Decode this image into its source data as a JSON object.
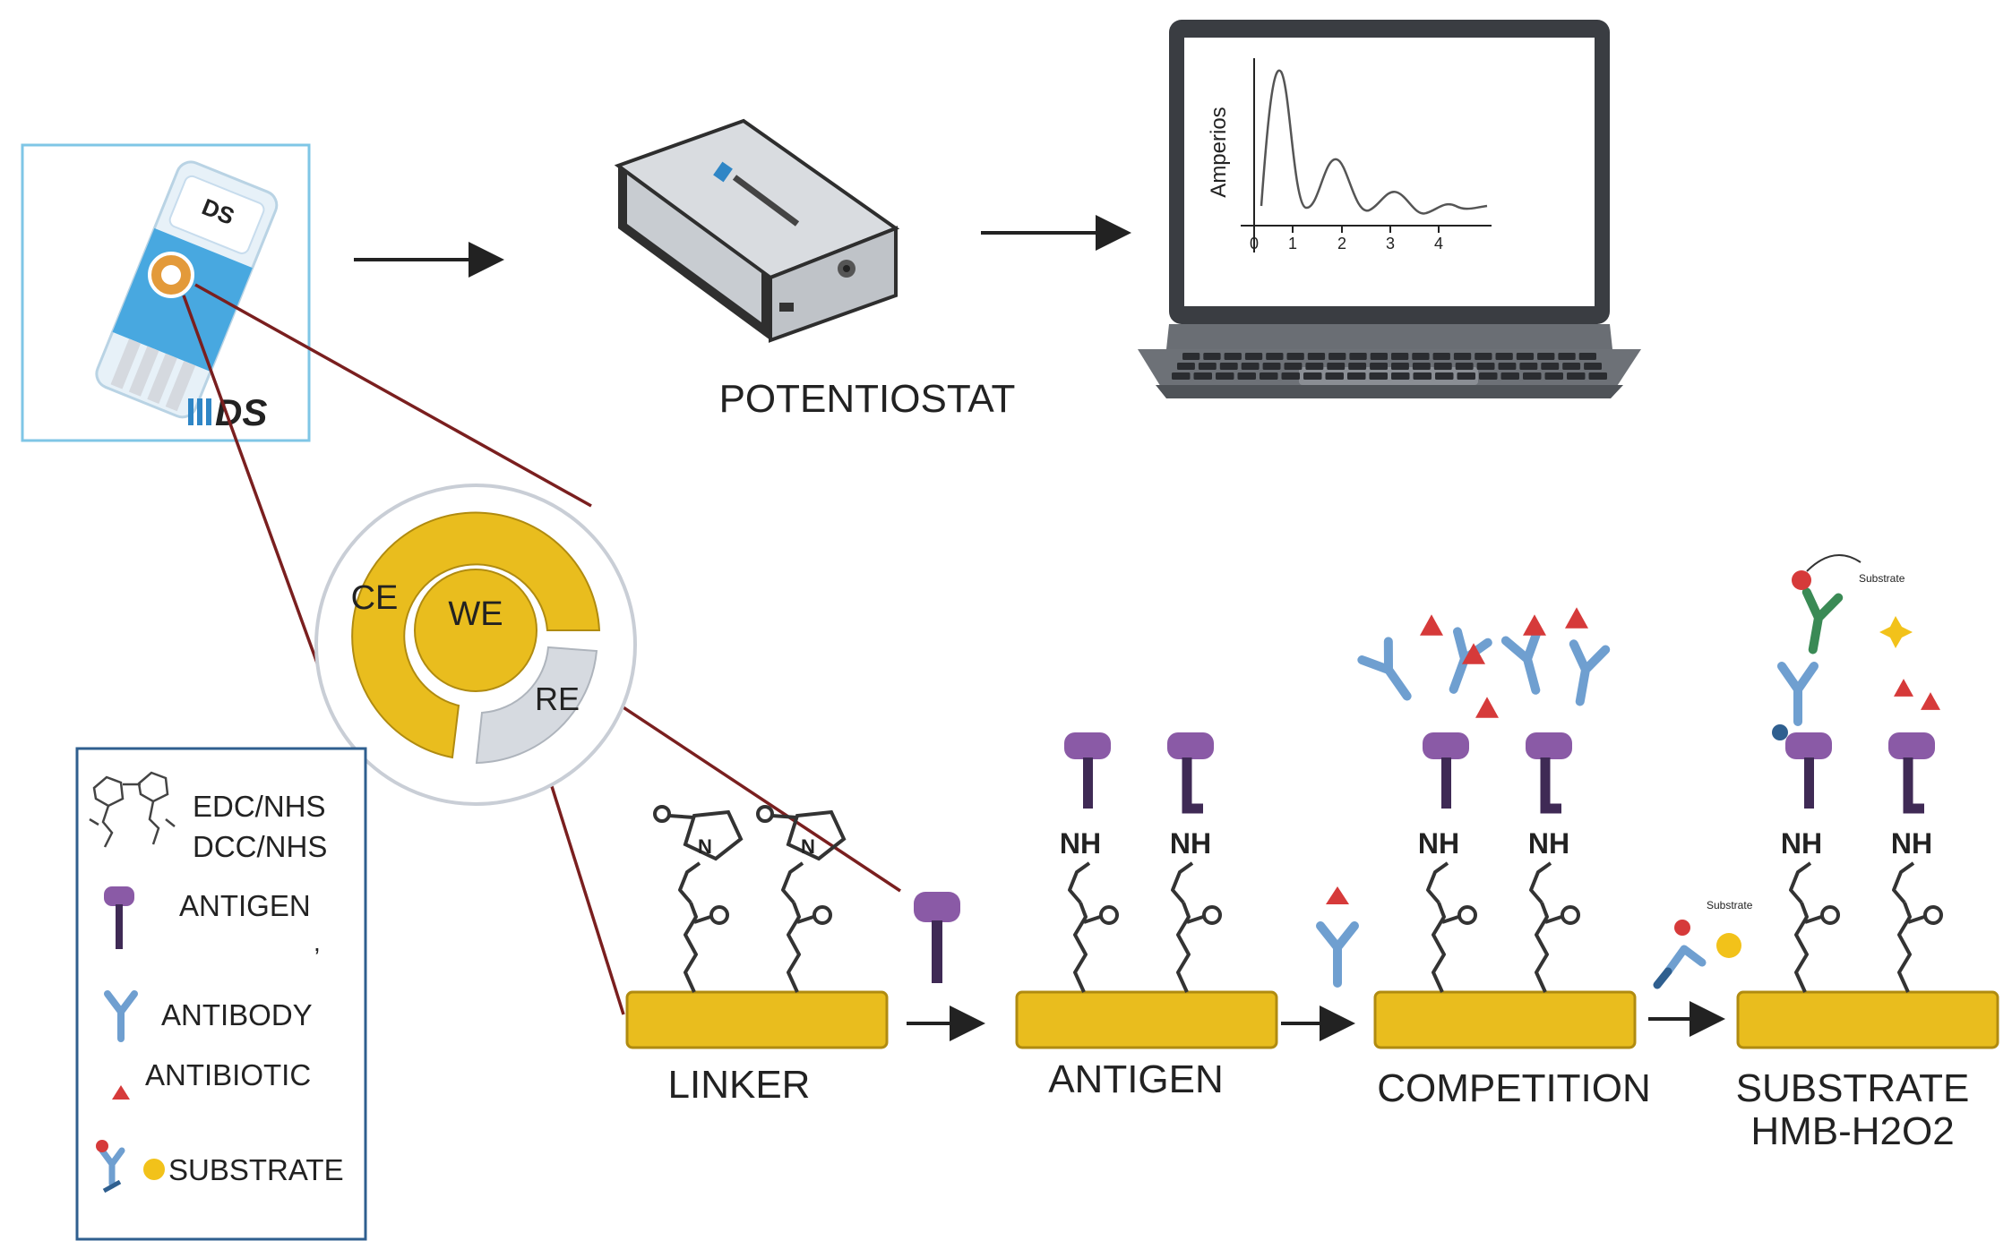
{
  "colors": {
    "gold": "#e9bd1e",
    "gold_stroke": "#b08b10",
    "purple": "#8a5aa6",
    "dark_purple": "#3f2a55",
    "antibody_blue": "#6f9fd0",
    "antibiotic_red": "#d63a3a",
    "strip_blue": "#48a8e0",
    "grey_ring": "#c9ced6",
    "line_red": "#7a1f1f",
    "substrate_yellow": "#f2c21a",
    "enzyme_green": "#3a8a55"
  },
  "electrode": {
    "brand": "DS",
    "counter": "CE",
    "working": "WE",
    "reference": "RE"
  },
  "devices": {
    "potentiostat": "POTENTIOSTAT",
    "screen_axis": "Amperios",
    "screen_ticks": [
      "0",
      "1",
      "2",
      "3",
      "4"
    ]
  },
  "legend": {
    "items": [
      {
        "icon": "crosslinker-icon",
        "lines": [
          "EDC/NHS",
          "DCC/NHS"
        ]
      },
      {
        "icon": "antigen-icon",
        "lines": [
          "ANTIGEN",
          ","
        ]
      },
      {
        "icon": "antibody-icon",
        "lines": [
          "ANTIBODY"
        ]
      },
      {
        "icon": "antibiotic-icon",
        "lines": [
          "ANTIBIOTIC"
        ]
      },
      {
        "icon": "substrate-icon",
        "lines": [
          "SUBSTRATE"
        ]
      }
    ]
  },
  "steps": [
    {
      "name": "linker",
      "label": "LINKER",
      "sub": ""
    },
    {
      "name": "antigen",
      "label": "ANTIGEN",
      "sub": ""
    },
    {
      "name": "competition",
      "label": "COMPETITION",
      "sub": ""
    },
    {
      "name": "substrate",
      "label": "SUBSTRATE",
      "sub": "HMB-H2O2"
    }
  ],
  "chem": {
    "amine": "NH",
    "nitrogen": "N",
    "oxygen": "O"
  },
  "tiny": {
    "substrate": "Substrate"
  }
}
